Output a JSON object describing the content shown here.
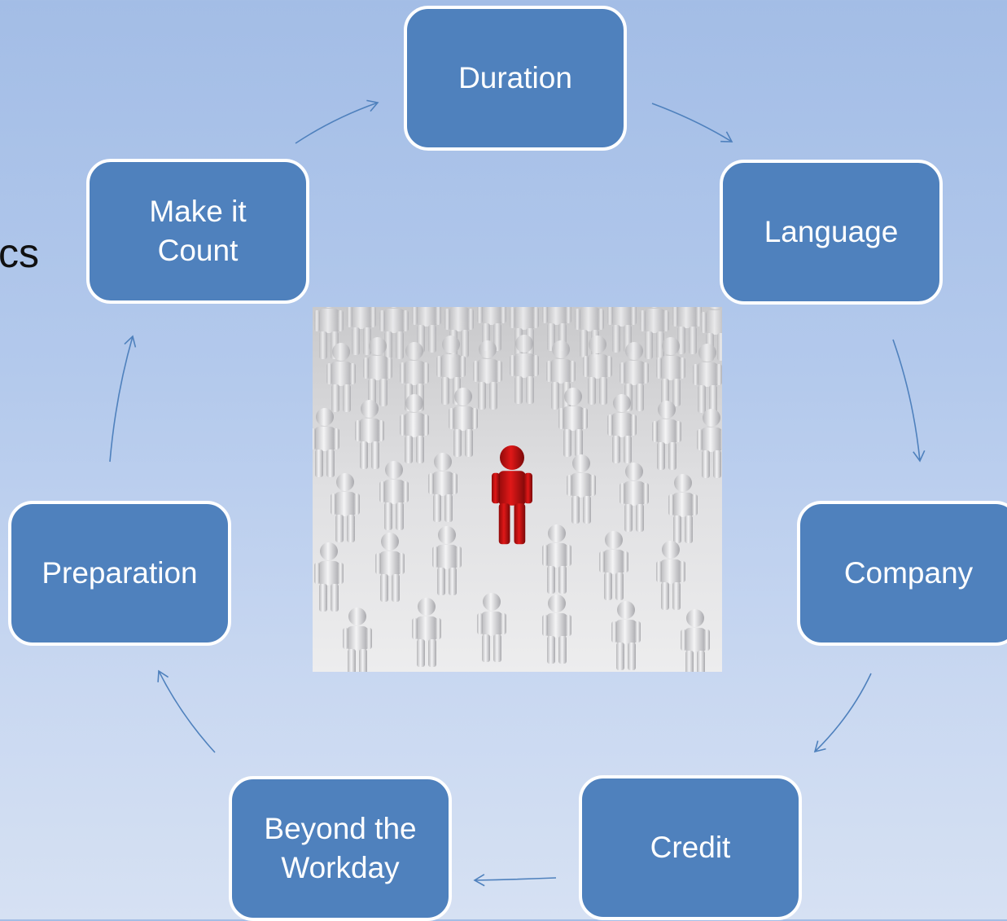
{
  "slide_fragment_text": "cs",
  "cycle": {
    "nodes": [
      {
        "id": "duration",
        "label": "Duration"
      },
      {
        "id": "language",
        "label": "Language"
      },
      {
        "id": "company",
        "label": "Company"
      },
      {
        "id": "credit",
        "label": "Credit"
      },
      {
        "id": "beyond-the-workday",
        "label": "Beyond the\nWorkday"
      },
      {
        "id": "preparation",
        "label": "Preparation"
      },
      {
        "id": "make-it-count",
        "label": "Make it\nCount"
      }
    ],
    "edges": [
      {
        "from": "duration",
        "to": "language"
      },
      {
        "from": "language",
        "to": "company"
      },
      {
        "from": "company",
        "to": "credit"
      },
      {
        "from": "credit",
        "to": "beyond-the-workday"
      },
      {
        "from": "beyond-the-workday",
        "to": "preparation"
      },
      {
        "from": "preparation",
        "to": "make-it-count"
      },
      {
        "from": "make-it-count",
        "to": "duration"
      }
    ]
  },
  "colors": {
    "node_fill": "#4f81bd",
    "node_border": "#ffffff",
    "node_text": "#ffffff",
    "connector": "#4f81bd",
    "figure_highlight": "#cc1111",
    "figure_crowd": "#e8e8ea"
  },
  "center_image": {
    "description": "crowd of white figures surrounding a single red figure"
  }
}
